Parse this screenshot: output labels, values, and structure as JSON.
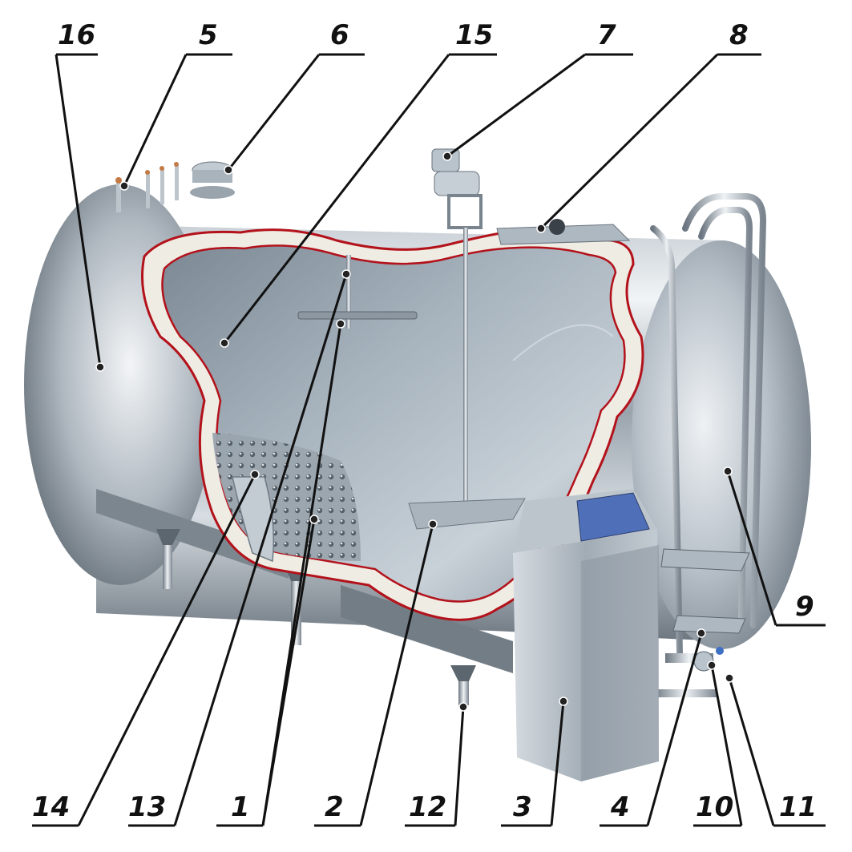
{
  "labels": {
    "n16": "16",
    "n5": "5",
    "n6": "6",
    "n15": "15",
    "n7": "7",
    "n8": "8",
    "n9": "9",
    "n14": "14",
    "n13": "13",
    "n1": "1",
    "n2": "2",
    "n12": "12",
    "n3": "3",
    "n4": "4",
    "n10": "10",
    "n11": "11"
  },
  "colors": {
    "steel_light": "#e6eaee",
    "steel_mid": "#a9b3bc",
    "steel_dark": "#5d6873",
    "insulation": "#efece4",
    "cut_edge": "#b3121b",
    "control_screen": "#4f6fb8"
  }
}
